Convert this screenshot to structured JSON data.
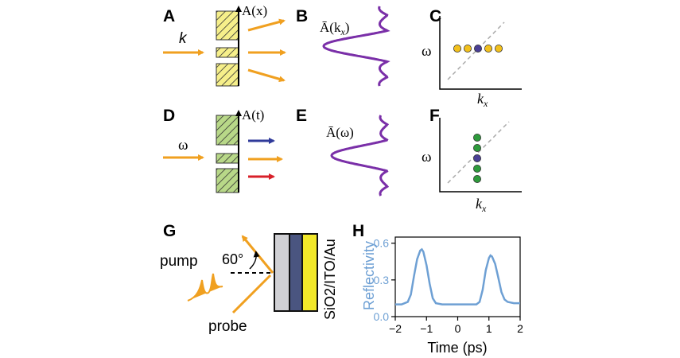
{
  "panels": {
    "A": {
      "letter": "A",
      "wave_label": "k",
      "func_label": "A(x)"
    },
    "B": {
      "letter": "B",
      "func_label": "Ā(kx)",
      "func_main": "Ā(k",
      "func_sub": "x",
      "func_close": ")"
    },
    "C": {
      "letter": "C",
      "ylabel": "ω",
      "xlabel_main": "k",
      "xlabel_sub": "x"
    },
    "D": {
      "letter": "D",
      "wave_label": "ω",
      "func_label": "A(t)"
    },
    "E": {
      "letter": "E",
      "func_label": "Ā(ω)"
    },
    "F": {
      "letter": "F",
      "ylabel": "ω",
      "xlabel_main": "k",
      "xlabel_sub": "x"
    },
    "G": {
      "letter": "G",
      "pump_label": "pump",
      "probe_label": "probe",
      "angle_label": "60°",
      "stack_label": "SiO2/ITO/Au"
    },
    "H": {
      "letter": "H"
    }
  },
  "colors": {
    "orange": "#f0a020",
    "purple": "#7a2fa8",
    "yellow_fill": "#f6ef8a",
    "green_fill": "#b8d888",
    "dot_yellow": "#f2c01c",
    "dot_green": "#2e9a3c",
    "dot_center": "#4a3f94",
    "blue_arrow": "#2f3a9a",
    "red_arrow": "#d8202a",
    "layer_sio2": "#d0d0d4",
    "layer_ito": "#4a5580",
    "layer_au": "#f2e82a",
    "reflectivity": "#6ea0d4"
  },
  "chart_data": {
    "type": "line",
    "title": "",
    "xlabel": "Time (ps)",
    "ylabel": "Reflectivity",
    "xlim": [
      -2,
      2
    ],
    "ylim": [
      0,
      0.65
    ],
    "xticks": [
      "−2",
      "−1",
      "0",
      "1",
      "2"
    ],
    "yticks": [
      "0.0",
      "0.3",
      "0.6"
    ],
    "grid": false,
    "series": [
      {
        "x": [
          -2.0,
          -1.8,
          -1.6,
          -1.5,
          -1.4,
          -1.3,
          -1.2,
          -1.15,
          -1.1,
          -1.0,
          -0.9,
          -0.8,
          -0.7,
          -0.5,
          -0.2,
          0.0,
          0.3,
          0.6,
          0.7,
          0.8,
          0.9,
          1.0,
          1.05,
          1.1,
          1.2,
          1.3,
          1.4,
          1.5,
          1.6,
          1.8,
          2.0
        ],
        "y": [
          0.1,
          0.1,
          0.12,
          0.18,
          0.33,
          0.47,
          0.54,
          0.55,
          0.53,
          0.42,
          0.27,
          0.15,
          0.11,
          0.1,
          0.1,
          0.1,
          0.1,
          0.1,
          0.12,
          0.22,
          0.38,
          0.48,
          0.5,
          0.49,
          0.43,
          0.32,
          0.2,
          0.14,
          0.12,
          0.11,
          0.11
        ]
      }
    ]
  }
}
